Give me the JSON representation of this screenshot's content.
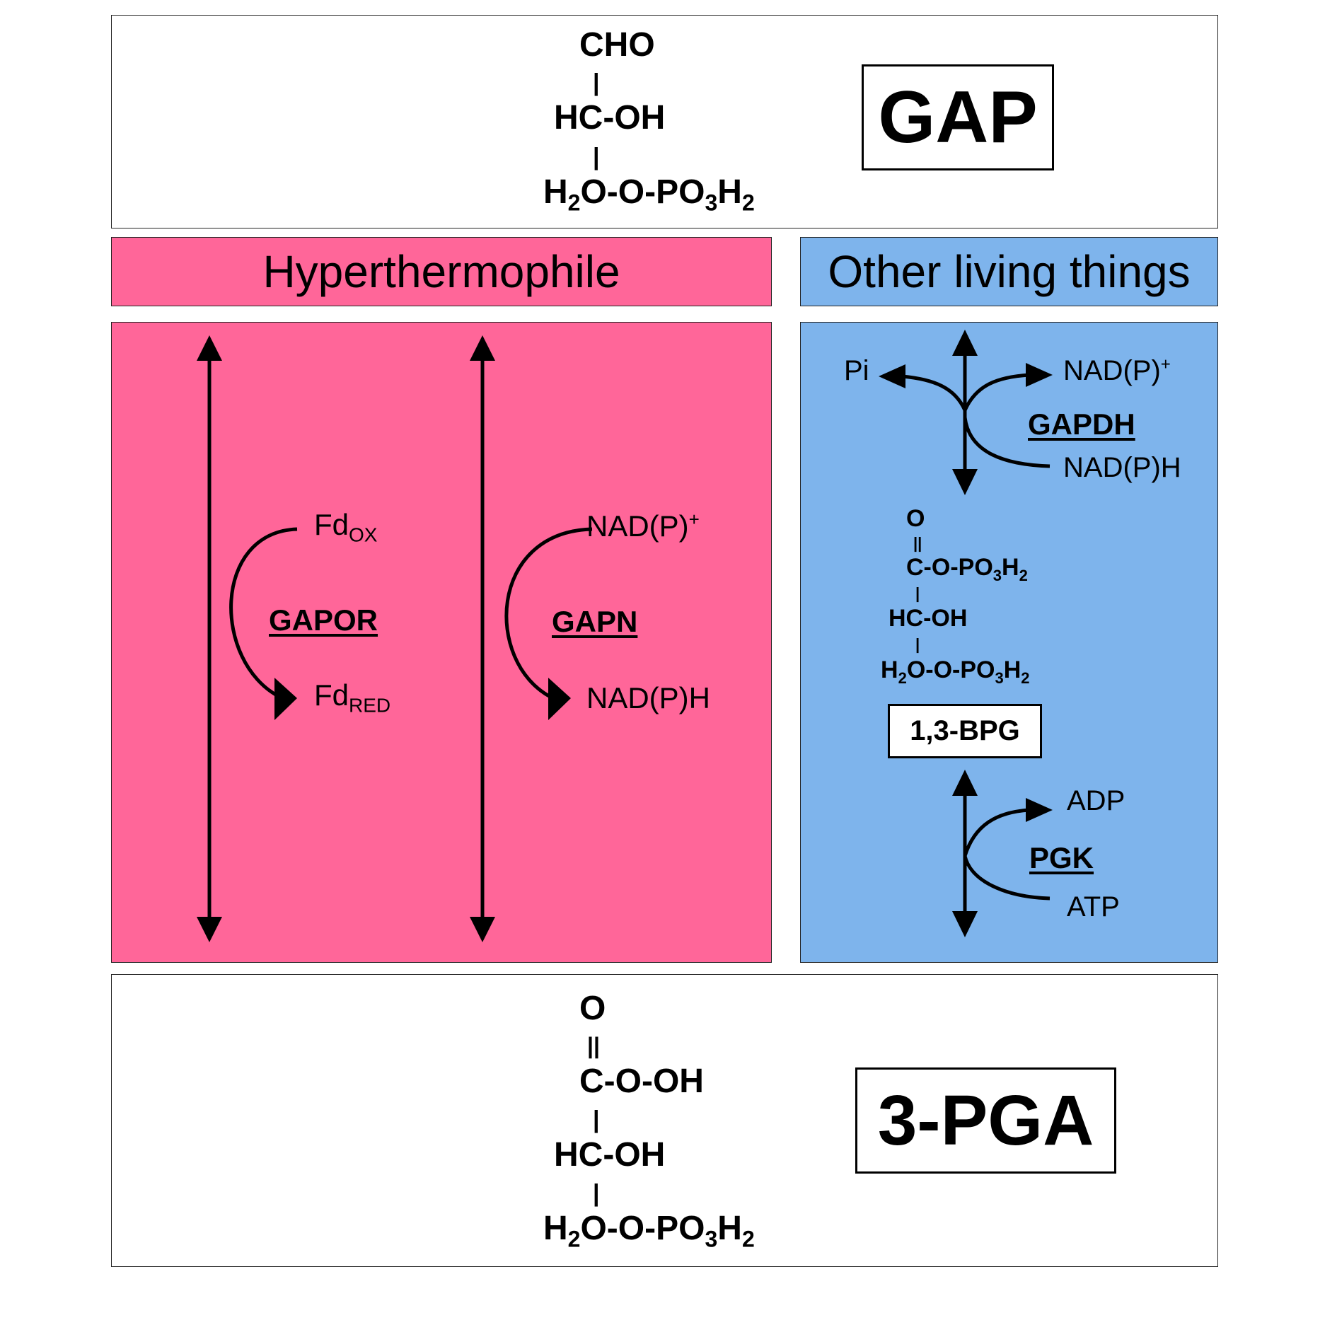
{
  "colors": {
    "hyper": "#ff6699",
    "other": "#7eb4ec",
    "ink": "#000000"
  },
  "gap": {
    "name": "GAP",
    "formula": {
      "line1": "CHO",
      "line2": "HC-OH",
      "line3": {
        "h": "H",
        "s1": "2",
        "mid": "O-O-PO",
        "s2": "3",
        "h2": "H",
        "s3": "2"
      }
    }
  },
  "headers": {
    "hyper": "Hyperthermophile",
    "other": "Other living things"
  },
  "hyper": {
    "gapor": {
      "enzyme": "GAPOR",
      "in_base": "Fd",
      "in_sub": "OX",
      "out_base": "Fd",
      "out_sub": "RED"
    },
    "gapn": {
      "enzyme": "GAPN",
      "in_base": "NAD(P)",
      "in_sup": "+",
      "out": "NAD(P)H"
    }
  },
  "other": {
    "gapdh": {
      "enzyme": "GAPDH",
      "pi": "Pi",
      "in_base": "NAD(P)",
      "in_sup": "+",
      "out": "NAD(P)H"
    },
    "bpg": {
      "name": "1,3-BPG",
      "o": "O",
      "line1": {
        "a": "C-O-PO",
        "s1": "3",
        "h": "H",
        "s2": "2"
      },
      "line2": "HC-OH",
      "line3": {
        "h": "H",
        "s1": "2",
        "mid": "O-O-PO",
        "s2": "3",
        "h2": "H",
        "s3": "2"
      }
    },
    "pgk": {
      "enzyme": "PGK",
      "adp": "ADP",
      "atp": "ATP"
    }
  },
  "pga": {
    "name": "3-PGA",
    "formula": {
      "o": "O",
      "line1": "C-O-OH",
      "line2": "HC-OH",
      "line3": {
        "h": "H",
        "s1": "2",
        "mid": "O-O-PO",
        "s2": "3",
        "h2": "H",
        "s3": "2"
      }
    }
  }
}
